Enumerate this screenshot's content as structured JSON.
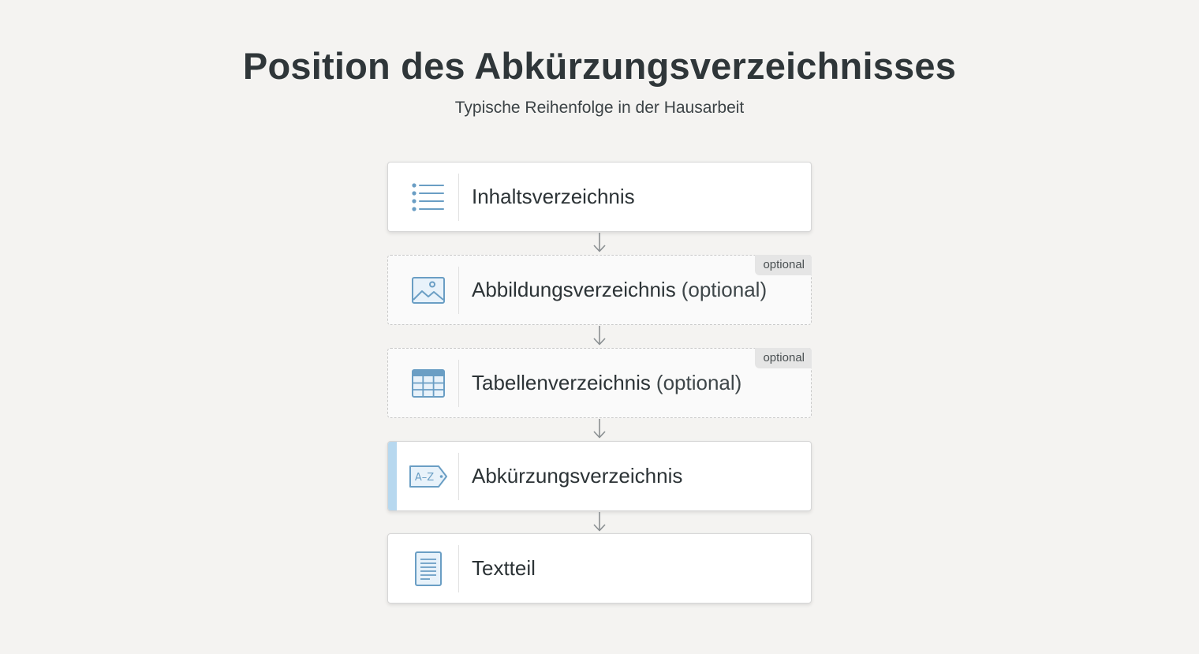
{
  "header": {
    "title": "Position des Abkürzungsverzeichnisses",
    "subtitle": "Typische Reihenfolge in der Hausarbeit"
  },
  "steps": [
    {
      "label": "Inhaltsverzeichnis",
      "suffix": "",
      "icon": "list-icon",
      "optional": false,
      "highlight": false
    },
    {
      "label": "Abbildungsverzeichnis",
      "suffix": "(optional)",
      "icon": "image-icon",
      "optional": true,
      "badge": "optional",
      "highlight": false
    },
    {
      "label": "Tabellenverzeichnis",
      "suffix": "(optional)",
      "icon": "table-icon",
      "optional": true,
      "badge": "optional",
      "highlight": false
    },
    {
      "label": "Abkürzungsverzeichnis",
      "suffix": "",
      "icon": "abbreviation-tag-icon",
      "icon_text": "A–Z",
      "optional": false,
      "highlight": true
    },
    {
      "label": "Textteil",
      "suffix": "",
      "icon": "document-icon",
      "optional": false,
      "highlight": false
    }
  ],
  "colors": {
    "icon_stroke": "#6a9ec4",
    "icon_fill": "#e8f2fa",
    "accent": "#b7d8ef",
    "arrow": "#8a8f92"
  }
}
